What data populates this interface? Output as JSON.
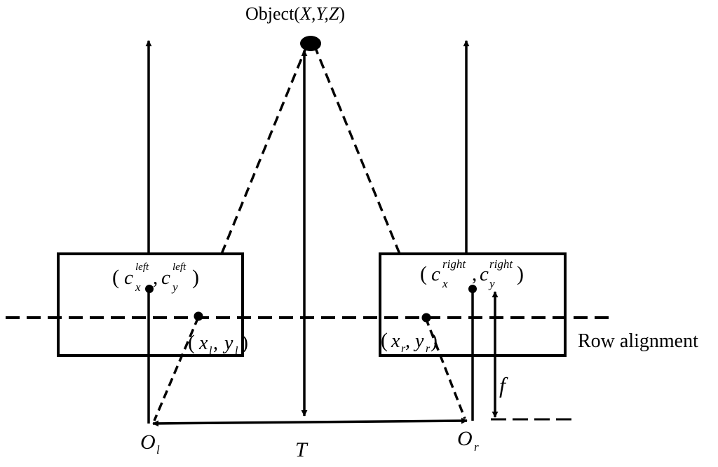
{
  "object_label": {
    "prefix": "Object(",
    "coords": "X,Y,Z",
    "suffix": ")"
  },
  "left_center": {
    "open": "(",
    "c1": "c",
    "sub1": "x",
    "sup1": "left",
    "comma": ",",
    "c2": "c",
    "sub2": "y",
    "sup2": "left",
    "close": ")"
  },
  "right_center": {
    "open": "(",
    "c1": "c",
    "sub1": "x",
    "sup1": "right",
    "comma": ",",
    "c2": "c",
    "sub2": "y",
    "sup2": "right",
    "close": ")"
  },
  "left_point": {
    "open": "(",
    "x": "x",
    "xsub": "l",
    "comma": ", ",
    "y": "y",
    "ysub": "l",
    "close": ")"
  },
  "right_point": {
    "open": "(",
    "x": "x",
    "xsub": "r",
    "comma": ", ",
    "y": "y",
    "ysub": "r",
    "close": ")"
  },
  "row_alignment": "Row alignment",
  "focal_length": "f",
  "baseline": "T",
  "left_origin": {
    "main": "O",
    "sub": "l"
  },
  "right_origin": {
    "main": "O",
    "sub": "r"
  }
}
